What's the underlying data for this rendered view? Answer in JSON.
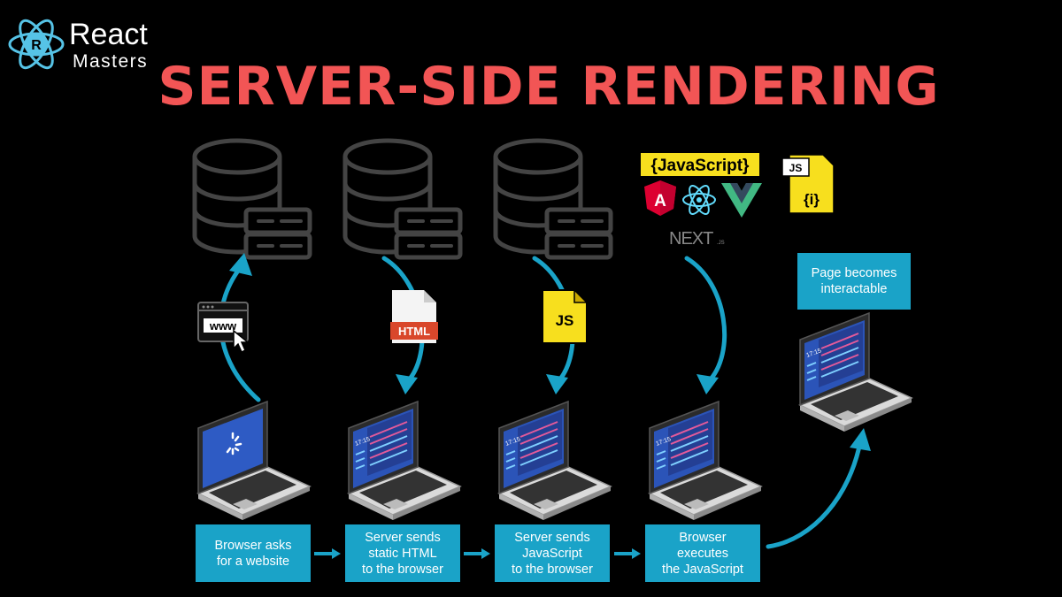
{
  "brand": {
    "name": "React",
    "sub": "Masters",
    "logo_letter": "R"
  },
  "title": "SERVER-SIDE RENDERING",
  "steps": [
    {
      "label": "Browser asks\nfor a website"
    },
    {
      "label": "Server sends\nstatic HTML\nto the browser"
    },
    {
      "label": "Server sends\nJavaScript\nto the browser"
    },
    {
      "label": "Browser\nexecutes\nthe JavaScript"
    },
    {
      "label": "Page becomes\ninteractable"
    }
  ],
  "icons": {
    "www": "www",
    "html": "HTML",
    "js": "JS",
    "js_brace": "{JavaScript}",
    "next": "NEXT",
    "next_sub": ".JS",
    "angular": "A",
    "js_doc": "JS",
    "js_doc_inner": "{i}",
    "clock": "17:15"
  },
  "colors": {
    "accent": "#1aa3c8",
    "title": "#f25555",
    "background": "#000000"
  }
}
